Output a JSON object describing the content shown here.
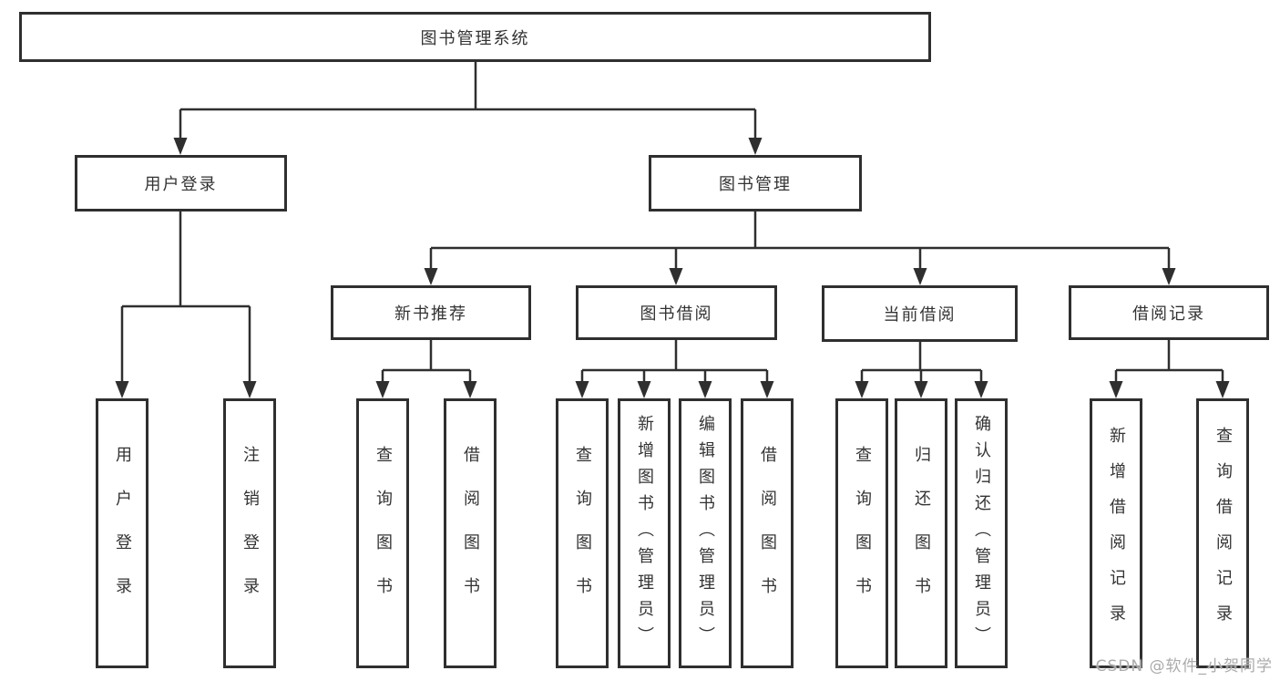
{
  "watermark": "CSDN @软件_小贺同学",
  "colors": {
    "line": "#2f2f2f",
    "text": "#333333",
    "watermark": "#ababab"
  },
  "tree": {
    "label": "图书管理系统",
    "children": [
      {
        "label": "用户登录",
        "children": [
          {
            "label": "用户登录"
          },
          {
            "label": "注销登录"
          }
        ]
      },
      {
        "label": "图书管理",
        "children": [
          {
            "label": "新书推荐",
            "children": [
              {
                "label": "查询图书"
              },
              {
                "label": "借阅图书"
              }
            ]
          },
          {
            "label": "图书借阅",
            "children": [
              {
                "label": "查询图书"
              },
              {
                "label": "新增图书（管理员）"
              },
              {
                "label": "编辑图书（管理员）"
              },
              {
                "label": "借阅图书"
              }
            ]
          },
          {
            "label": "当前借阅",
            "children": [
              {
                "label": "查询图书"
              },
              {
                "label": "归还图书"
              },
              {
                "label": "确认归还（管理员）"
              }
            ]
          },
          {
            "label": "借阅记录",
            "children": [
              {
                "label": "新增借阅记录"
              },
              {
                "label": "查询借阅记录"
              }
            ]
          }
        ]
      }
    ]
  }
}
